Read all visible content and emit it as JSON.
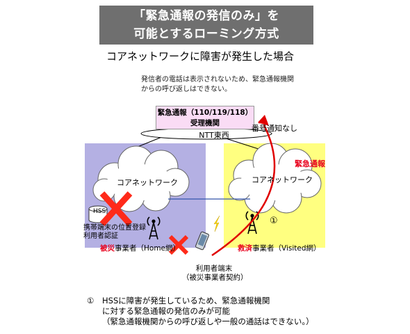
{
  "title": {
    "line1": "「緊急通報の発信のみ」を",
    "line2": "可能とするローミング方式"
  },
  "subtitle": "コアネットワークに障害が発生した場合",
  "note": {
    "line1": "発信者の電話は表示されないため、緊急通報機関",
    "line2": "からの呼び返しはできない。"
  },
  "receiver": {
    "line1": "緊急通報（110/119/118）",
    "line2": "受理機関"
  },
  "ntt": "NTT東西",
  "no_caller_id": "番号通知なし",
  "emergency_call": "緊急通報",
  "home": {
    "cloud_label": "コアネットワーク",
    "hss": "HSS",
    "hss_desc_line1": "携帯端末の位置登録",
    "hss_desc_line2": "利用者認証",
    "carrier_accent": "被災",
    "carrier_rest": "事業者（Home網）"
  },
  "visited": {
    "cloud_label": "コアネットワーク",
    "carrier_accent": "救済",
    "carrier_rest": "事業者（Visited網）"
  },
  "step_marker": "①",
  "user_device": {
    "line1": "利用者端末",
    "line2": "（被災事業者契約）"
  },
  "footer": {
    "marker": "①",
    "line1": "HSSに障害が発生しているため、緊急通報機関",
    "line2": "に対する緊急通報の発信のみが可能",
    "line3": "（緊急通報機関からの呼び返しや一般の通話はできない。）"
  },
  "colors": {
    "banner": "#6f6f6f",
    "home_region": "#b4b0e3",
    "visited_region": "#ffff80",
    "receiver_box": "#fadcf5",
    "red": "#e00000",
    "cross": "#ff2a1a",
    "accent_text": "#e8001c",
    "link_line": "#3355aa"
  },
  "icons": [
    "cross-mark-icon",
    "antenna-tower-icon",
    "mobile-phone-icon",
    "lightning-icon",
    "database-icon"
  ]
}
